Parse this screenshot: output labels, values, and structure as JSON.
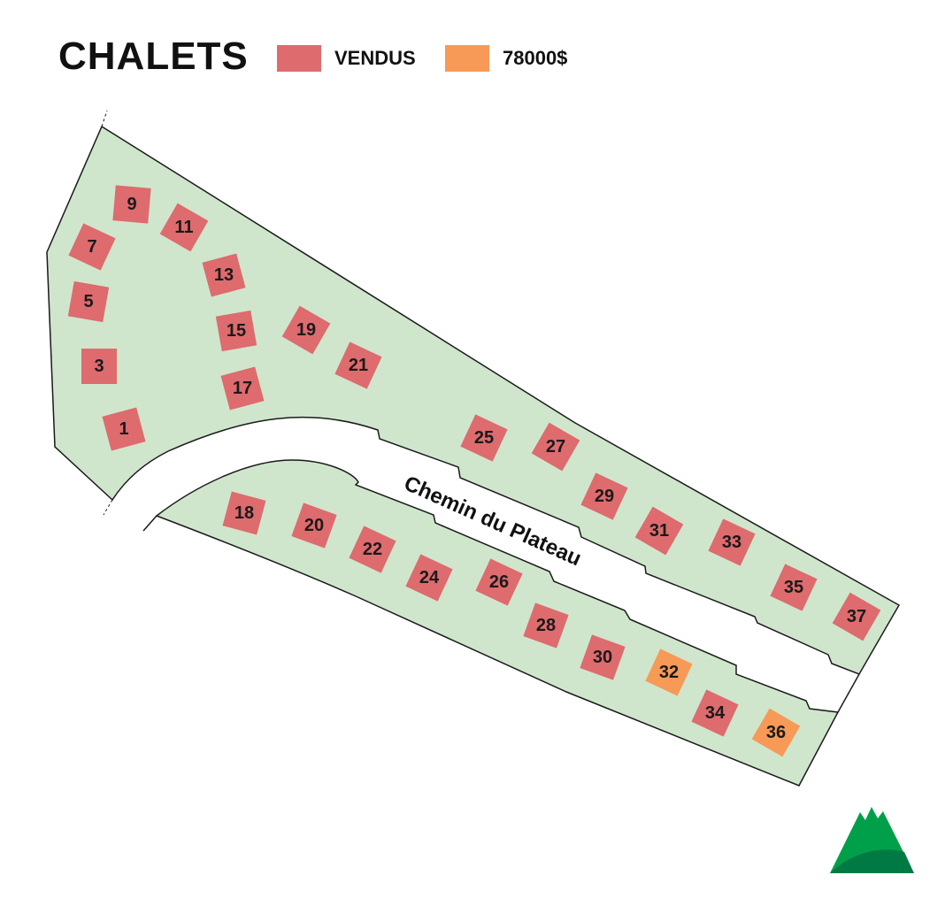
{
  "title": "CHALETS",
  "legend": [
    {
      "label": "VENDUS",
      "color": "#de6b6e"
    },
    {
      "label": "78000$",
      "color": "#f79a57"
    }
  ],
  "road_name": "Chemin du Plateau",
  "colors": {
    "land": "#cfe6cc",
    "outline": "#1a1a1a",
    "sold": "#de6b6e",
    "available": "#f79a57",
    "logo_light": "#00a04a",
    "logo_dark": "#007a45"
  },
  "lots": [
    {
      "number": "1",
      "status": "sold"
    },
    {
      "number": "3",
      "status": "sold"
    },
    {
      "number": "5",
      "status": "sold"
    },
    {
      "number": "7",
      "status": "sold"
    },
    {
      "number": "9",
      "status": "sold"
    },
    {
      "number": "11",
      "status": "sold"
    },
    {
      "number": "13",
      "status": "sold"
    },
    {
      "number": "15",
      "status": "sold"
    },
    {
      "number": "17",
      "status": "sold"
    },
    {
      "number": "19",
      "status": "sold"
    },
    {
      "number": "21",
      "status": "sold"
    },
    {
      "number": "25",
      "status": "sold"
    },
    {
      "number": "27",
      "status": "sold"
    },
    {
      "number": "29",
      "status": "sold"
    },
    {
      "number": "31",
      "status": "sold"
    },
    {
      "number": "33",
      "status": "sold"
    },
    {
      "number": "35",
      "status": "sold"
    },
    {
      "number": "37",
      "status": "sold"
    },
    {
      "number": "18",
      "status": "sold"
    },
    {
      "number": "20",
      "status": "sold"
    },
    {
      "number": "22",
      "status": "sold"
    },
    {
      "number": "24",
      "status": "sold"
    },
    {
      "number": "26",
      "status": "sold"
    },
    {
      "number": "28",
      "status": "sold"
    },
    {
      "number": "30",
      "status": "sold"
    },
    {
      "number": "32",
      "status": "available"
    },
    {
      "number": "34",
      "status": "sold"
    },
    {
      "number": "36",
      "status": "available"
    }
  ]
}
